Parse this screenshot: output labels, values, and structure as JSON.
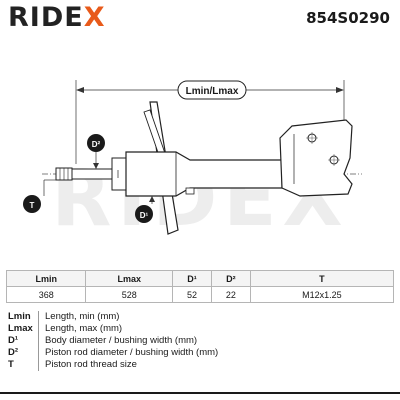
{
  "header": {
    "brand_main": "RIDE",
    "brand_x": "X",
    "part_number": "854S0290",
    "brand_color": "#222222",
    "accent_color": "#e85a1a"
  },
  "watermark": "RIDEX",
  "diagram": {
    "dimension_label": "Lmin/Lmax",
    "callouts": [
      "D²",
      "D¹",
      "T"
    ]
  },
  "table": {
    "headers": [
      "Lmin",
      "Lmax",
      "D¹",
      "D²",
      "T"
    ],
    "values": [
      "368",
      "528",
      "52",
      "22",
      "M12x1.25"
    ]
  },
  "legend": [
    {
      "key": "Lmin",
      "desc": "Length, min (mm)"
    },
    {
      "key": "Lmax",
      "desc": "Length, max (mm)"
    },
    {
      "key": "D¹",
      "desc": "Body diameter / bushing width (mm)"
    },
    {
      "key": "D²",
      "desc": "Piston rod diameter / bushing width (mm)"
    },
    {
      "key": "T",
      "desc": "Piston rod thread size"
    }
  ]
}
